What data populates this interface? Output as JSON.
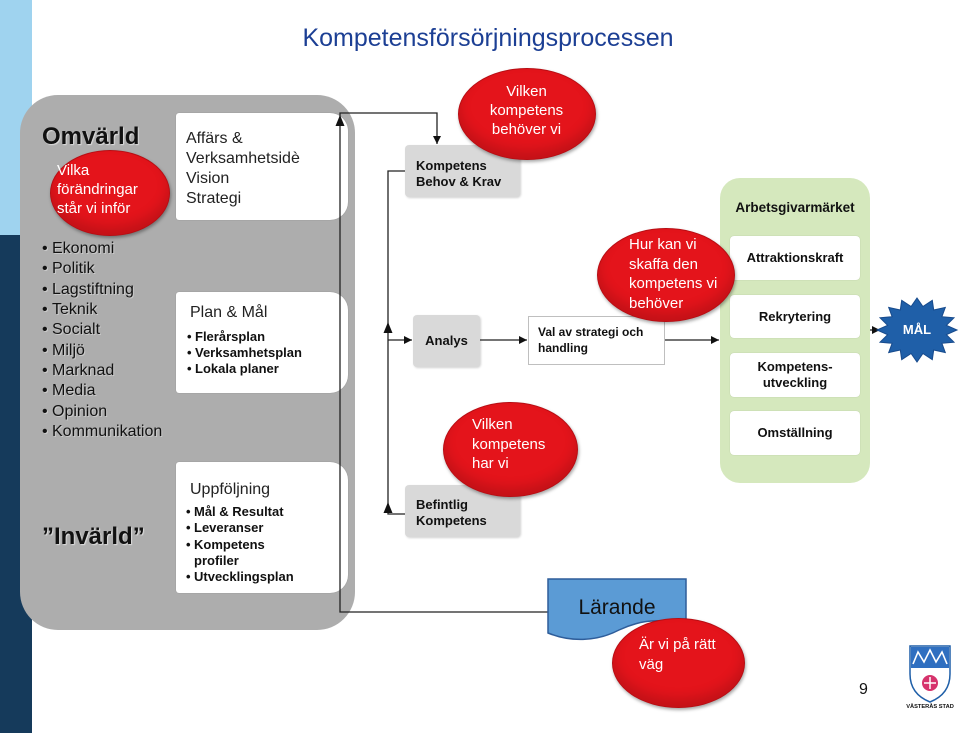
{
  "title": "Kompetensförsörjningsprocessen",
  "omvarld": {
    "heading": "Omvärld",
    "question_lines": [
      "Vilka",
      "förändringar",
      "står vi inför"
    ],
    "factors": [
      "Ekonomi",
      "Politik",
      "Lagstiftning",
      "Teknik",
      "Socialt",
      "Miljö",
      "Marknad",
      "Media",
      "Opinion",
      "Kommunikation"
    ]
  },
  "invarld": {
    "heading": "”Invärld”"
  },
  "business_box": {
    "lines": [
      "Affärs &",
      "Verksamhetsidè",
      "Vision",
      "Strategi"
    ]
  },
  "plan_box": {
    "title": "Plan & Mål",
    "items": [
      "Flerårsplan",
      "Verksamhetsplan",
      "Lokala planer"
    ]
  },
  "followup_box": {
    "title": "Uppföljning",
    "items": [
      "Mål & Resultat",
      "Leveranser",
      "Kompetens profiler",
      "Utvecklingsplan"
    ]
  },
  "needs_box": {
    "lines": [
      "Kompetens",
      "Behov & Krav"
    ]
  },
  "needs_question": {
    "lines": [
      "Vilken",
      "kompetens",
      "behöver vi"
    ]
  },
  "analysis_box": {
    "label": "Analys"
  },
  "existing_box": {
    "lines": [
      "Befintlig",
      "Kompetens"
    ]
  },
  "existing_question": {
    "lines": [
      "Vilken",
      "kompetens",
      "har vi"
    ]
  },
  "strategy_box": {
    "lines": [
      "Val av strategi och",
      "handling"
    ]
  },
  "acquire_question": {
    "lines": [
      "Hur kan vi",
      "skaffa den",
      "kompetens vi",
      "behöver"
    ]
  },
  "employer_brand": {
    "title": "Arbetsgivarmärket",
    "items": [
      "Attraktionskraft",
      "Rekrytering",
      "Kompetens-utveckling",
      "Omställning"
    ]
  },
  "goal": {
    "label": "MÅL"
  },
  "learning": {
    "label": "Lärande"
  },
  "on_track_question": {
    "lines": [
      "Är vi på rätt",
      "väg"
    ]
  },
  "page_number": "9",
  "logo": {
    "text": "VÄSTERÅS STAD"
  },
  "colors": {
    "title_text": "#1c3f94",
    "outer_panel": "#adadad",
    "question_ellipse": "#e4141b",
    "process_box": "#d9d9d9",
    "employer_brand_panel": "#d5e8bd",
    "goal_star": "#1f5fa8",
    "learning_shape": "#5b9bd5",
    "sidebar_light": "#9fd3ef",
    "sidebar_dark": "#153a5b"
  }
}
